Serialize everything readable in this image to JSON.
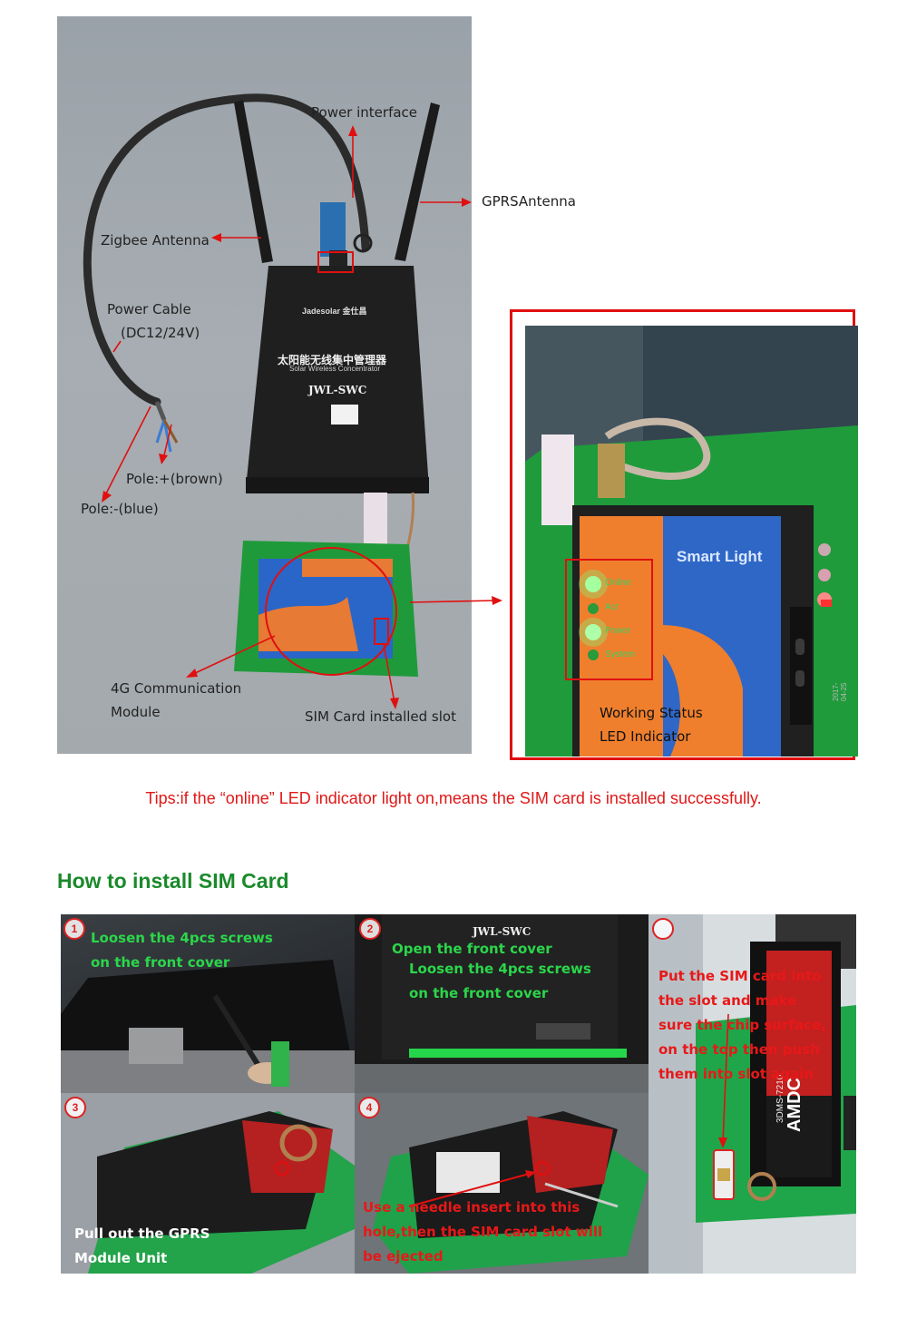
{
  "photo": {
    "labels": {
      "power_interface": "Power interface",
      "gprs_antenna": "GPRSAntenna",
      "zigbee_antenna": "Zigbee Antenna",
      "power_cable_1": "Power    Cable",
      "power_cable_2": "(DC12/24V)",
      "pole_plus": "Pole:+(brown)",
      "pole_minus": "Pole:-(blue)",
      "module_1": "4G  Communication",
      "module_2": "Module",
      "sim_slot": "SIM Card installed slot"
    },
    "device": {
      "brand": "Jadesolar 金仕昌",
      "title_cn": "太阳能无线集中管理器",
      "subtitle": "Solar Wireless Concentrator",
      "model": "JWL-SWC"
    }
  },
  "inset": {
    "product_label": "Smart Light",
    "leds": [
      "Online",
      "Act",
      "Power",
      "System"
    ],
    "caption_1": "Working  Status",
    "caption_2": "LED Indicator",
    "date_stamp": "2017-04-25"
  },
  "tip": "Tips:if the “online” LED indicator light on,means the SIM card is installed successfully.",
  "howto_title": "How  to install SIM Card",
  "steps": [
    {
      "num": "1",
      "lines": [
        "Loosen  the  4pcs  screws",
        "on the front cover"
      ]
    },
    {
      "num": "2",
      "lines": [
        "Open the front cover",
        "Loosen  the  4pcs  screws",
        "on the front cover"
      ],
      "device_model": "JWL-SWC"
    },
    {
      "num": "",
      "lines": [
        "Put the SIM card into",
        "the  slot  and  make",
        "sure the chip surface,",
        "on the top then push",
        "them into slot again"
      ],
      "brand": "AMDC",
      "model_code": "3DMS-7210"
    },
    {
      "num": "3",
      "lines": [
        "Pull out the GPRS",
        "Module Unit"
      ]
    },
    {
      "num": "4",
      "lines": [
        "Use  a  needle  insert  into  this",
        "hole,then the SIM card slot will",
        "be ejected"
      ]
    }
  ],
  "colors": {
    "accent_red": "#e01010",
    "title_green": "#1a8a2a",
    "step_green": "#2bd64a"
  }
}
